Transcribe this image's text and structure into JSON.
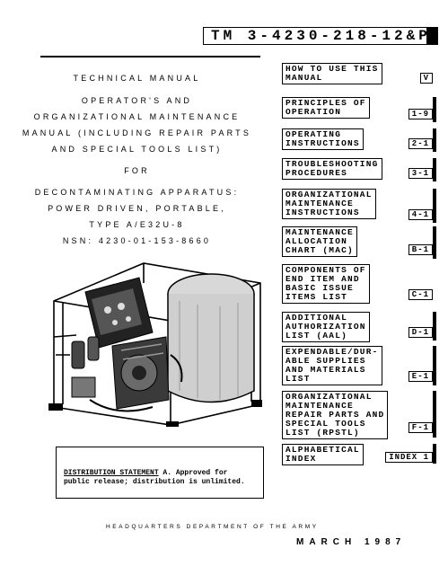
{
  "header": {
    "tm_number": "TM 3-4230-218-12&P"
  },
  "title": {
    "line1": "TECHNICAL MANUAL",
    "line2": "OPERATOR'S AND",
    "line3": "ORGANIZATIONAL MAINTENANCE",
    "line4": "MANUAL (INCLUDING REPAIR PARTS",
    "line5": "AND SPECIAL TOOLS LIST)",
    "line6": "FOR",
    "line7": "DECONTAMINATING APPARATUS:",
    "line8": "POWER DRIVEN, PORTABLE,",
    "line9": "TYPE A/E32U-8",
    "line10": "NSN: 4230-01-153-8660"
  },
  "distribution": {
    "label": "DISTRIBUTION STATEMENT",
    "text": " A. Approved for public release; distribution is unlimited."
  },
  "footer": {
    "org": "HEADQUARTERS DEPARTMENT OF THE ARMY",
    "date": "MARCH 1987"
  },
  "tabs": [
    {
      "label": "HOW TO USE THIS\nMANUAL",
      "num": "V"
    },
    {
      "label": "PRINCIPLES OF\nOPERATION",
      "num": "1-9"
    },
    {
      "label": "OPERATING\nINSTRUCTIONS",
      "num": "2-1"
    },
    {
      "label": "TROUBLESHOOTING\nPROCEDURES",
      "num": "3-1"
    },
    {
      "label": "ORGANIZATIONAL\nMAINTENANCE\nINSTRUCTIONS",
      "num": "4-1"
    },
    {
      "label": "MAINTENANCE\nALLOCATION\nCHART (MAC)",
      "num": "B-1"
    },
    {
      "label": "COMPONENTS OF\nEND ITEM AND\nBASIC ISSUE\nITEMS LIST",
      "num": "C-1"
    },
    {
      "label": "ADDITIONAL\nAUTHORIZATION\nLIST (AAL)",
      "num": "D-1"
    },
    {
      "label": "EXPENDABLE/DUR-\nABLE SUPPLIES\nAND MATERIALS\nLIST",
      "num": "E-1"
    },
    {
      "label": "ORGANIZATIONAL\nMAINTENANCE\nREPAIR PARTS AND\nSPECIAL TOOLS\nLIST (RPSTL)",
      "num": "F-1"
    },
    {
      "label": "ALPHABETICAL\nINDEX",
      "num": "INDEX 1"
    }
  ]
}
